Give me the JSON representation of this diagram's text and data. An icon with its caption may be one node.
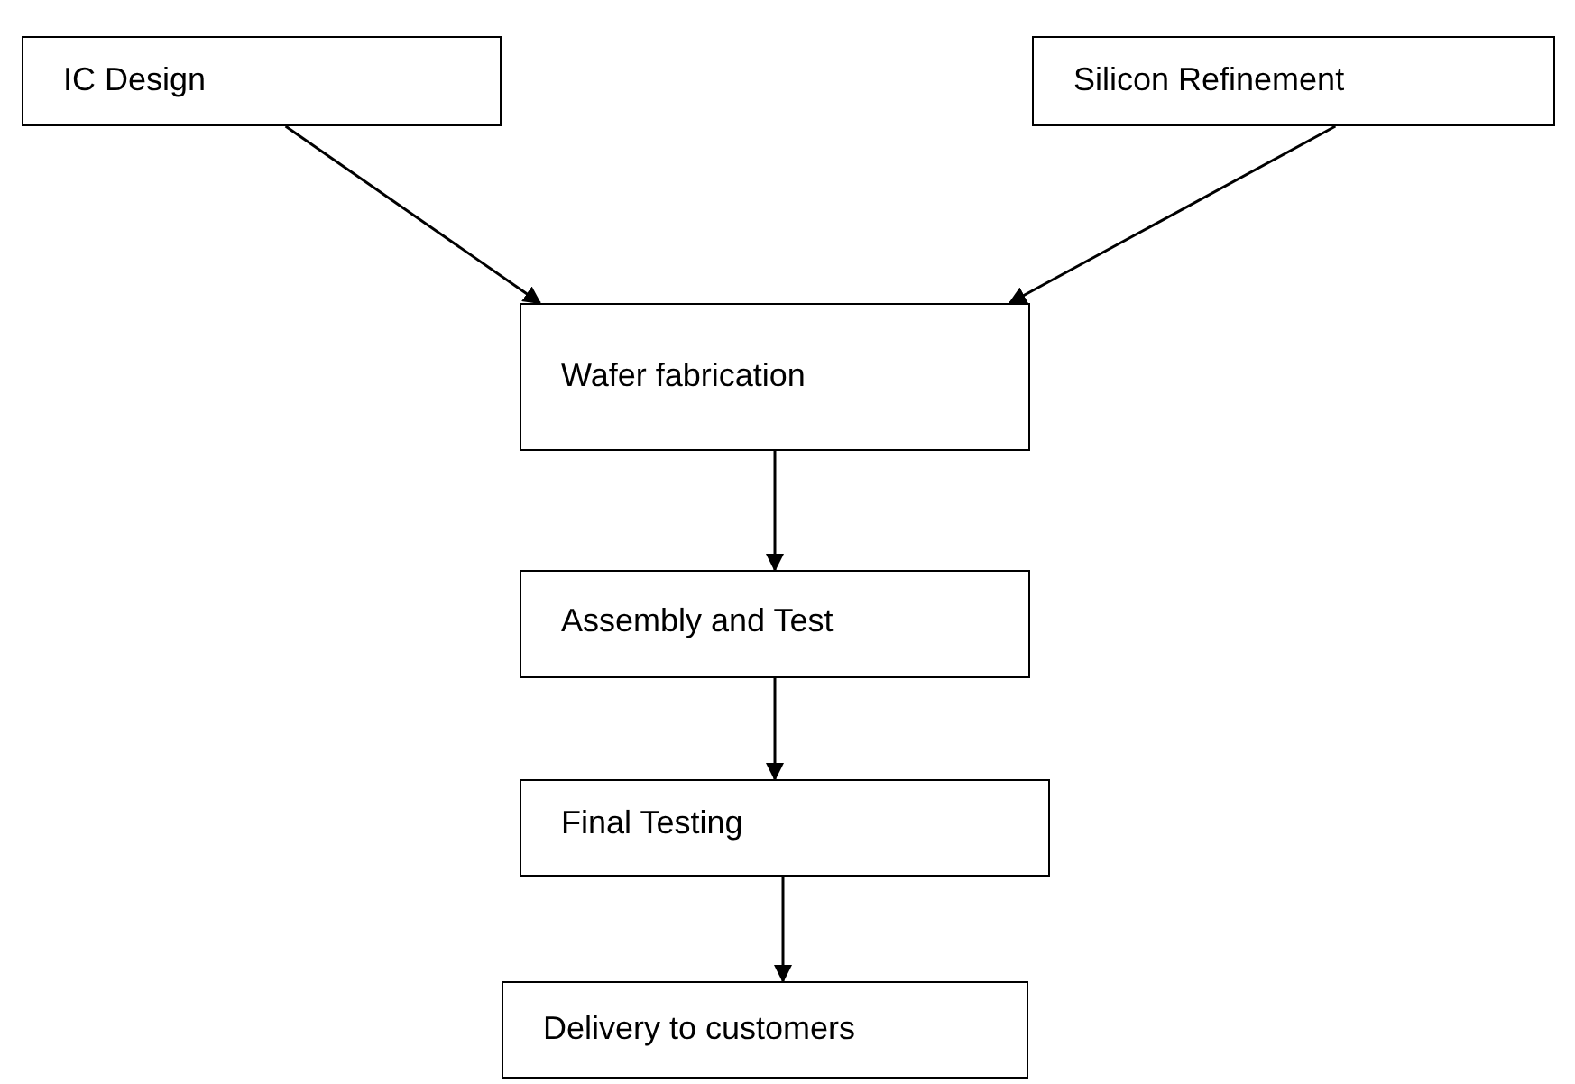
{
  "diagram": {
    "nodes": [
      {
        "text": [
          "IC Design"
        ]
      },
      {
        "text": [
          "Silicon Refinement"
        ]
      },
      {
        "text": [
          "Wafer fabrication"
        ]
      },
      {
        "text": [
          "Assembly and Test"
        ]
      },
      {
        "text": [
          "Final Testing"
        ]
      },
      {
        "text": [
          "Delivery to customers"
        ]
      }
    ],
    "edges": [
      {
        "from": 0,
        "to": 2,
        "arrow": "to"
      },
      {
        "from": 1,
        "to": 2,
        "arrow": "to"
      },
      {
        "from": 2,
        "to": 3,
        "arrow": "to"
      },
      {
        "from": 3,
        "to": 4,
        "arrow": "to"
      },
      {
        "from": 4,
        "to": 5,
        "arrow": "to"
      }
    ]
  }
}
